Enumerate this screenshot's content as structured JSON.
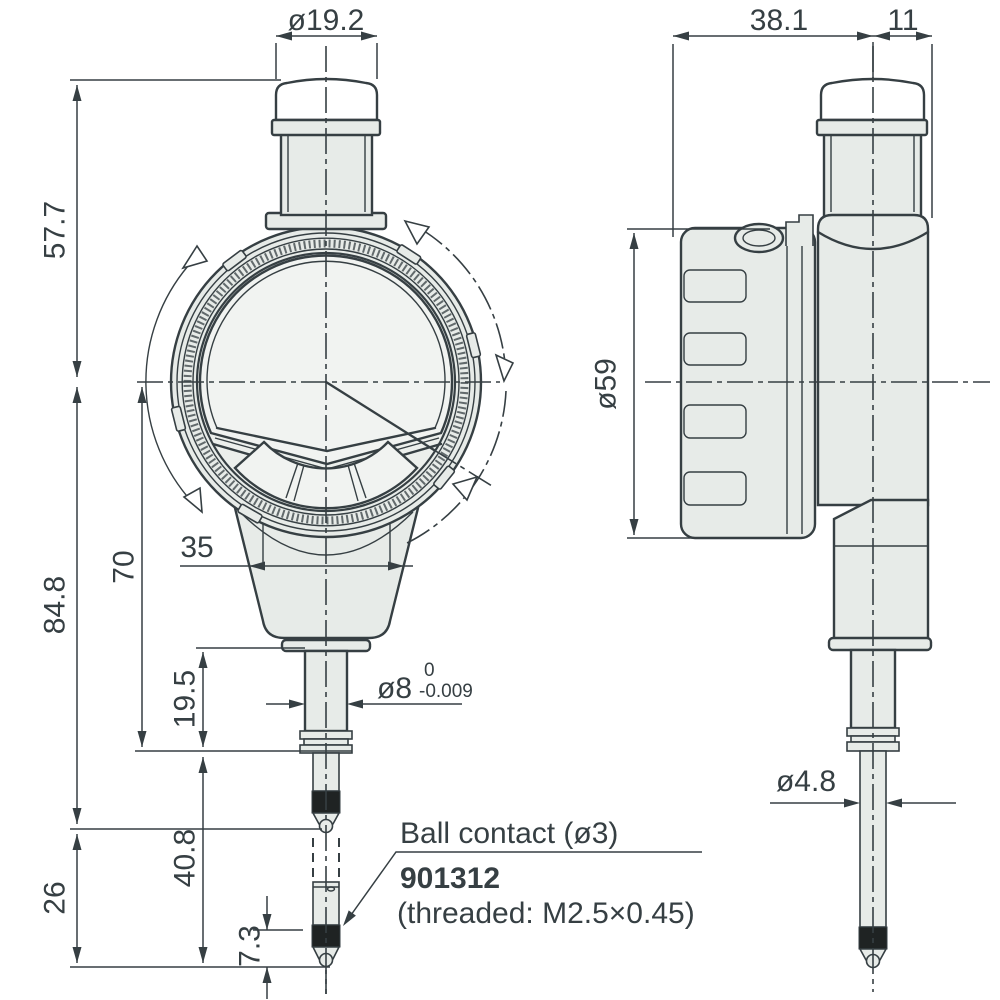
{
  "drawing": {
    "type": "technical-dimension-drawing",
    "subject": "digital-indicator"
  },
  "colors": {
    "line": "#363f43",
    "fill_light": "#e7ebe8",
    "fill_face": "#ecefec",
    "fill_screen": "#f1f3f1",
    "fill_dark": "#1f2323",
    "background": "#ffffff"
  },
  "front_view": {
    "dim_cap_diameter": "ø19.2",
    "dim_height_upper": "57.7",
    "dim_height_lower": "84.8",
    "dim_center_to_stem_end": "70",
    "dim_housing_width": "35",
    "dim_stem_length": "19.5",
    "dim_stem_diameter": "ø8",
    "dim_stem_tol_upper": "0",
    "dim_stem_tol_lower": "-0.009",
    "dim_spindle_travel": "40.8",
    "dim_lower_section": "26",
    "dim_contact_tip": "7.3"
  },
  "side_view": {
    "dim_body_depth": "38.1",
    "dim_cap_overhang": "11",
    "dim_bezel_diameter": "ø59",
    "dim_spindle_diameter": "ø4.8"
  },
  "callout": {
    "label": "Ball contact (ø3)",
    "part_number": "901312",
    "thread_note": "(threaded: M2.5×0.45)"
  }
}
